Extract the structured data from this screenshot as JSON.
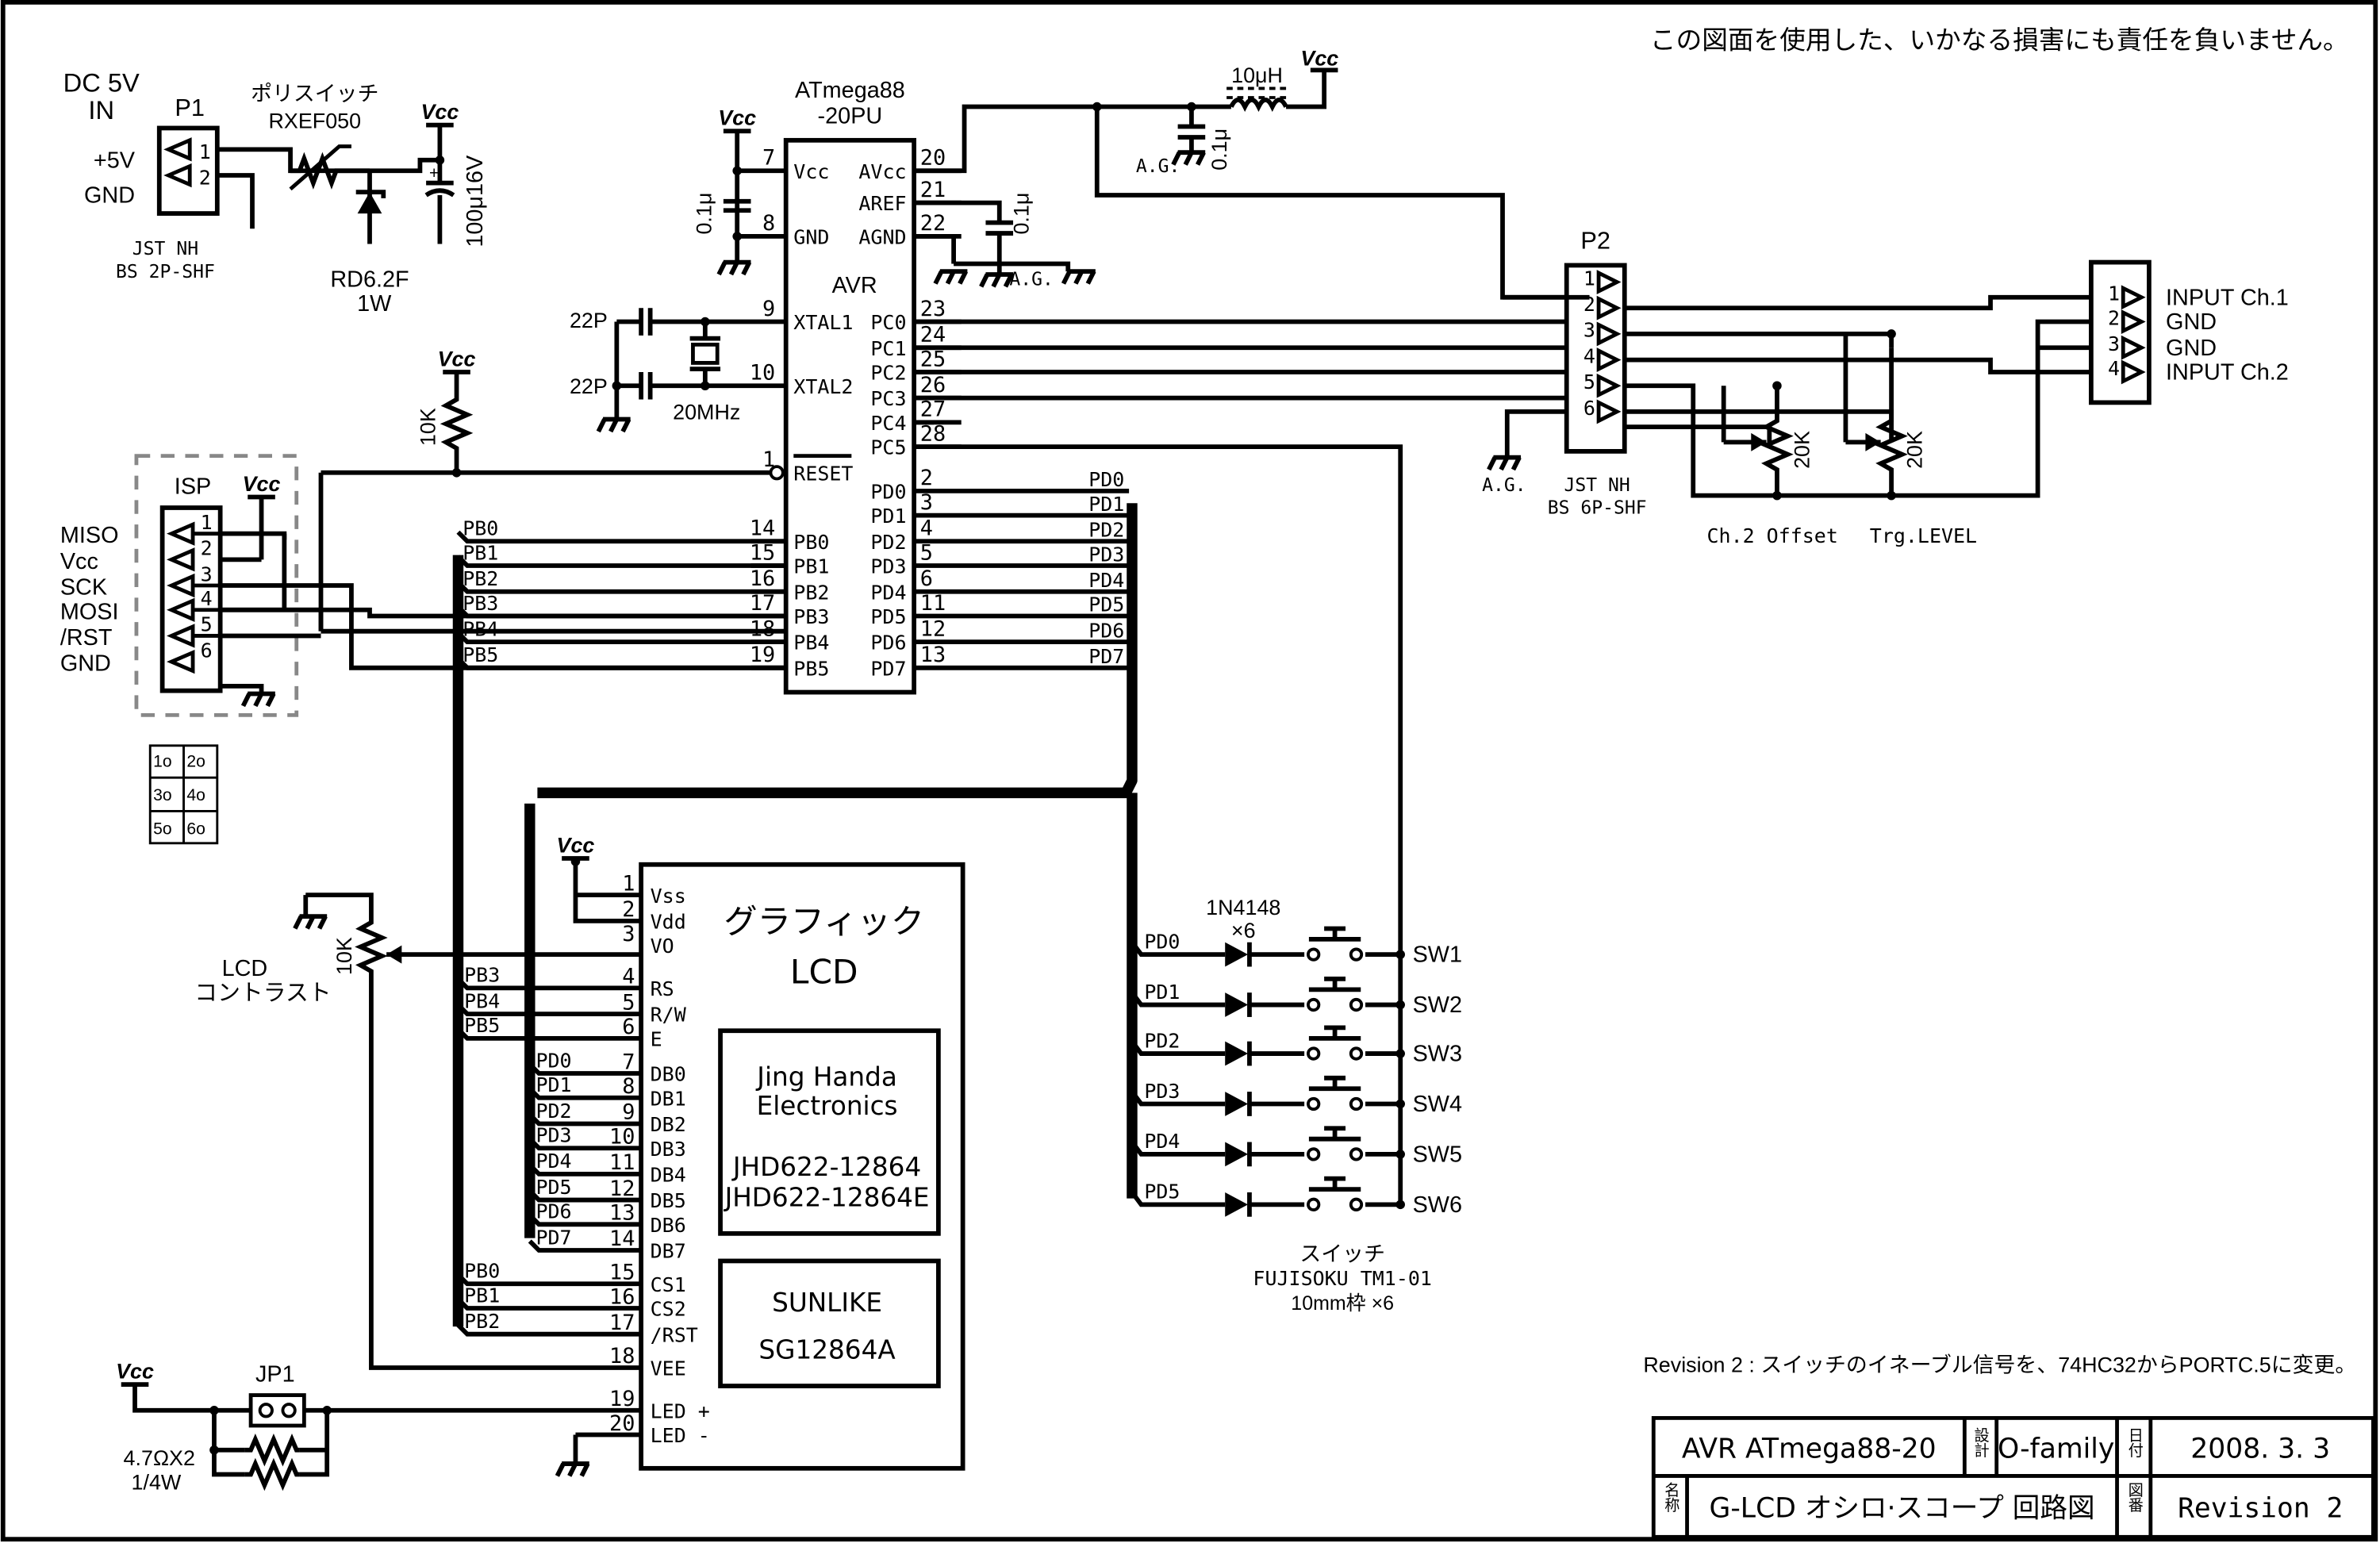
{
  "notice": "この図面を使用した、いかなる損害にも責任を負いません。",
  "revision_note": "Revision 2 : スイッチのイネーブル信号を、74HC32からPORTC.5に変更。",
  "title_block": {
    "project": "AVR ATmega88-20",
    "design_label": "設計",
    "designer": "O-family",
    "date_label": "日付",
    "date": "2008. 3. 3",
    "name_label": "名称",
    "title": "G-LCD オシロ·スコープ 回路図",
    "drawing_label": "図番",
    "revision": "Revision 2",
    "revision_color": "#cc0000"
  },
  "notice_color": "#e00000",
  "power_in": {
    "label1": "DC 5V",
    "label2": "IN",
    "connector": "P1",
    "pins": [
      "1",
      "2"
    ],
    "signals": [
      "+5V",
      "GND"
    ],
    "part1": "JST NH",
    "part2": "BS 2P-SHF",
    "polyswitch_label": "ポリスイッチ",
    "polyswitch_part": "RXEF050",
    "zener1": "RD6.2F",
    "zener2": "1W",
    "cap": "100μ16V",
    "vcc": "Vcc"
  },
  "mcu": {
    "name1": "ATmega88",
    "name2": "-20PU",
    "core": "AVR",
    "left_pins": [
      {
        "num": "7",
        "name": "Vcc"
      },
      {
        "num": "8",
        "name": "GND"
      },
      {
        "num": "9",
        "name": "XTAL1"
      },
      {
        "num": "10",
        "name": "XTAL2"
      },
      {
        "num": "1",
        "name": "RESET"
      },
      {
        "num": "14",
        "name": "PB0"
      },
      {
        "num": "15",
        "name": "PB1"
      },
      {
        "num": "16",
        "name": "PB2"
      },
      {
        "num": "17",
        "name": "PB3"
      },
      {
        "num": "18",
        "name": "PB4"
      },
      {
        "num": "19",
        "name": "PB5"
      }
    ],
    "right_pins": [
      {
        "num": "20",
        "name": "AVcc"
      },
      {
        "num": "21",
        "name": "AREF"
      },
      {
        "num": "22",
        "name": "AGND"
      },
      {
        "num": "23",
        "name": "PC0"
      },
      {
        "num": "24",
        "name": "PC1"
      },
      {
        "num": "25",
        "name": "PC2"
      },
      {
        "num": "26",
        "name": "PC3"
      },
      {
        "num": "27",
        "name": "PC4"
      },
      {
        "num": "28",
        "name": "PC5"
      },
      {
        "num": "2",
        "name": "PD0"
      },
      {
        "num": "3",
        "name": "PD1"
      },
      {
        "num": "4",
        "name": "PD2"
      },
      {
        "num": "5",
        "name": "PD3"
      },
      {
        "num": "6",
        "name": "PD4"
      },
      {
        "num": "11",
        "name": "PD5"
      },
      {
        "num": "12",
        "name": "PD6"
      },
      {
        "num": "13",
        "name": "PD7"
      }
    ],
    "pb_nets": [
      "PB0",
      "PB1",
      "PB2",
      "PB3",
      "PB4",
      "PB5"
    ],
    "pd_nets": [
      "PD0",
      "PD1",
      "PD2",
      "PD3",
      "PD4",
      "PD5",
      "PD6",
      "PD7"
    ],
    "vcc": "Vcc",
    "cap_vcc": "0.1μ",
    "cap_aref": "0.1μ",
    "crystal": "20MHz",
    "xtal_cap1": "22P",
    "xtal_cap2": "22P",
    "ag": "A.G."
  },
  "avcc_filter": {
    "inductor": "10μH",
    "cap": "0.1μ",
    "ag": "A.G.",
    "vcc": "Vcc"
  },
  "reset": {
    "vcc": "Vcc",
    "resistor": "10K"
  },
  "isp": {
    "header": "ISP",
    "vcc": "Vcc",
    "pins": [
      "1",
      "2",
      "3",
      "4",
      "5",
      "6"
    ],
    "signals": [
      "MISO",
      "Vcc",
      "SCK",
      "MOSI",
      "/RST",
      "GND"
    ],
    "pinout": [
      "1o",
      "2o",
      "3o",
      "4o",
      "5o",
      "6o"
    ]
  },
  "p2": {
    "name": "P2",
    "pins": [
      "1",
      "2",
      "3",
      "4",
      "5",
      "6"
    ],
    "part1": "JST NH",
    "part2": "BS 6P-SHF",
    "ag": "A.G.",
    "pot1": "20K",
    "pot2": "20K",
    "pot1_label": "Ch.2 Offset",
    "pot2_label": "Trg.LEVEL"
  },
  "input_conn": {
    "pins": [
      "1",
      "2",
      "3",
      "4"
    ],
    "signals": [
      "INPUT Ch.1",
      "GND",
      "GND",
      "INPUT Ch.2"
    ]
  },
  "lcd": {
    "title1": "グラフィック",
    "title2": "LCD",
    "maker1": "Jing Handa",
    "maker2": "Electronics",
    "model1": "JHD622-12864",
    "model2": "JHD622-12864E",
    "brand": "SUNLIKE",
    "brand_model": "SG12864A",
    "vcc": "Vcc",
    "pins": [
      {
        "num": "1",
        "name": "Vss"
      },
      {
        "num": "2",
        "name": "Vdd"
      },
      {
        "num": "3",
        "name": "VO"
      },
      {
        "num": "4",
        "name": "RS"
      },
      {
        "num": "5",
        "name": "R/W"
      },
      {
        "num": "6",
        "name": "E"
      },
      {
        "num": "7",
        "name": "DB0"
      },
      {
        "num": "8",
        "name": "DB1"
      },
      {
        "num": "9",
        "name": "DB2"
      },
      {
        "num": "10",
        "name": "DB3"
      },
      {
        "num": "11",
        "name": "DB4"
      },
      {
        "num": "12",
        "name": "DB5"
      },
      {
        "num": "13",
        "name": "DB6"
      },
      {
        "num": "14",
        "name": "DB7"
      },
      {
        "num": "15",
        "name": "CS1"
      },
      {
        "num": "16",
        "name": "CS2"
      },
      {
        "num": "17",
        "name": "/RST"
      },
      {
        "num": "18",
        "name": "VEE"
      },
      {
        "num": "19",
        "name": "LED +"
      },
      {
        "num": "20",
        "name": "LED -"
      }
    ],
    "nets": [
      "PB3",
      "PB4",
      "PB5",
      "PD0",
      "PD1",
      "PD2",
      "PD3",
      "PD4",
      "PD5",
      "PD6",
      "PD7",
      "PB0",
      "PB1",
      "PB2"
    ],
    "contrast_label1": "LCD",
    "contrast_label2": "コントラスト",
    "contrast_pot": "10K"
  },
  "backlight": {
    "vcc": "Vcc",
    "jumper": "JP1",
    "resistor1": "4.7ΩX2",
    "resistor2": "1/4W"
  },
  "switches": {
    "diode1": "1N4148",
    "diode2": "×6",
    "nets": [
      "PD0",
      "PD1",
      "PD2",
      "PD3",
      "PD4",
      "PD5"
    ],
    "names": [
      "SW1",
      "SW2",
      "SW3",
      "SW4",
      "SW5",
      "SW6"
    ],
    "label1": "スイッチ",
    "label2": "FUJISOKU TM1-01",
    "label3": "10mm枠 ×6"
  }
}
